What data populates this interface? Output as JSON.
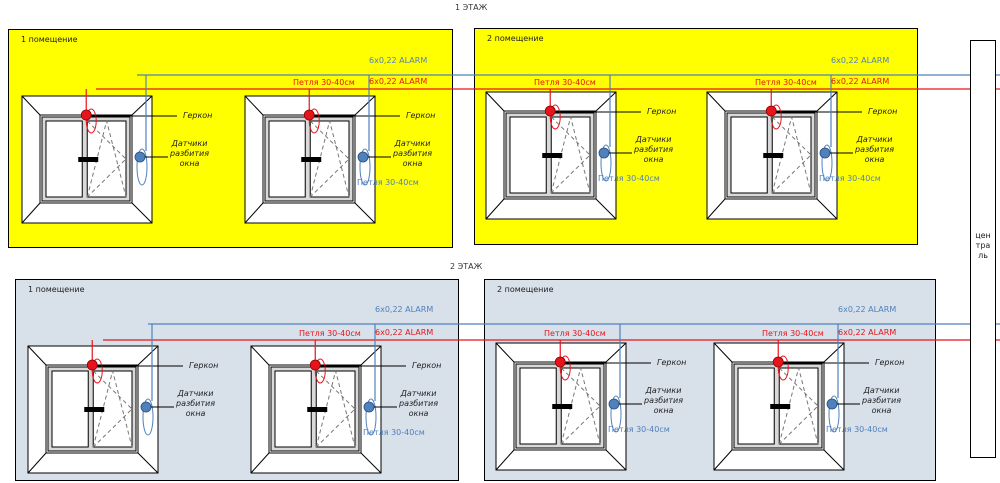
{
  "floors": [
    {
      "title": "1 ЭТАЖ",
      "color": "#ffff00",
      "rooms": [
        {
          "label": "1 помещение"
        },
        {
          "label": "2 помещение"
        }
      ]
    },
    {
      "title": "2 ЭТАЖ",
      "color": "#d8e0ea",
      "rooms": [
        {
          "label": "1 помещение"
        },
        {
          "label": "2 помещение"
        }
      ]
    }
  ],
  "labels": {
    "gerkon": "Геркон",
    "sensor_line1": "Датчики",
    "sensor_line2": "разбития",
    "sensor_line3": "окна",
    "loop": "Петля 30-40см",
    "cable": "6х0,22 ALARM"
  },
  "panel": {
    "line1": "цен",
    "line2": "тра",
    "line3": "ль"
  },
  "colors": {
    "red_wire": "#e8141b",
    "blue_wire": "#4f81bd"
  }
}
